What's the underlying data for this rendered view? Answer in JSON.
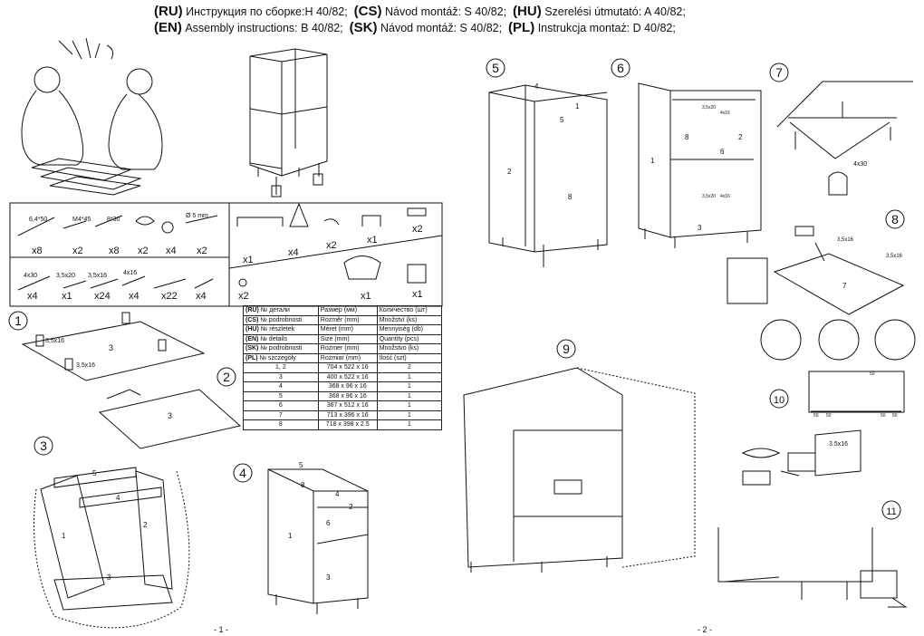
{
  "header": {
    "line1": [
      {
        "code": "(RU)",
        "text": "Инструкция по сборке:H 40/82;"
      },
      {
        "code": "(CS)",
        "text": "Návod montáž: S 40/82;"
      },
      {
        "code": "(HU)",
        "text": "Szerelési útmutató: A 40/82;"
      }
    ],
    "line2": [
      {
        "code": "(EN)",
        "text": "Assembly instructions: B 40/82;"
      },
      {
        "code": "(SK)",
        "text": "Návod montáž: S 40/82;"
      },
      {
        "code": "(PL)",
        "text": "Instrukcja montaż: D 40/82;"
      }
    ]
  },
  "hardware_box": {
    "row1": [
      {
        "size": "6,4*50",
        "qty": "x8"
      },
      {
        "size": "M4*45",
        "qty": "x2"
      },
      {
        "size": "8*30",
        "qty": "x8"
      },
      {
        "size": "",
        "qty": "x2"
      },
      {
        "size": "",
        "qty": "x4"
      },
      {
        "size": "Ø 5 mm",
        "qty": "x2"
      }
    ],
    "row1_right": [
      "x1",
      "x4",
      "x2",
      "x1",
      "x2"
    ],
    "row2": [
      {
        "size": "4x30",
        "qty": "x4"
      },
      {
        "size": "3,5x20",
        "qty": "x1"
      },
      {
        "size": "3,5x16",
        "qty": "x24"
      },
      {
        "size": "4x16",
        "qty": "x4"
      },
      {
        "size": "",
        "qty": "x22"
      },
      {
        "size": "",
        "qty": "x4"
      }
    ],
    "row2_right": [
      "x2",
      "x1",
      "x1"
    ]
  },
  "parts_table": {
    "head": [
      {
        "code": "(RU)",
        "name": "№ детали",
        "size": "Размер  (мм)",
        "qty": "Количество (шт)"
      },
      {
        "code": "(CS)",
        "name": "№ podrobnosti",
        "size": "Rozměr (mm)",
        "qty": "Množství (ks)"
      },
      {
        "code": "(HU)",
        "name": "№ részletek",
        "size": "Méret (mm)",
        "qty": "Mennyiség (db)"
      },
      {
        "code": "(EN)",
        "name": "№ details",
        "size": "Size (mm)",
        "qty": "Quantity  (pcs)"
      },
      {
        "code": "(SK)",
        "name": "№ podrobnosti",
        "size": "Rozmer (mm)",
        "qty": "Množstvo (ks)"
      },
      {
        "code": "(PL)",
        "name": "№ szczegóły",
        "size": "Rozmiar (mm)",
        "qty": "Ilość (szt)"
      }
    ],
    "rows": [
      {
        "no": "1, 2",
        "size": "704 x 522 x 16",
        "qty": "2"
      },
      {
        "no": "3",
        "size": "400 x 522 x 16",
        "qty": "1"
      },
      {
        "no": "4",
        "size": "368 x 96 x 16",
        "qty": "1"
      },
      {
        "no": "5",
        "size": "368 x 96 x 16",
        "qty": "1"
      },
      {
        "no": "6",
        "size": "367 x 512 x 16",
        "qty": "1"
      },
      {
        "no": "7",
        "size": "713 x 396 x 16",
        "qty": "1"
      },
      {
        "no": "8",
        "size": "718 x 398 x 2.5",
        "qty": "1"
      }
    ]
  },
  "steps": [
    "1",
    "2",
    "3",
    "4",
    "5",
    "6",
    "7",
    "8",
    "9",
    "10",
    "11"
  ],
  "labels": {
    "s1_screw": "3,5x16",
    "s1_screw2": "3,5x16",
    "s1_part": "3",
    "s2_part": "3",
    "s3_p5": "5",
    "s3_p4": "4",
    "s3_p1": "1",
    "s3_p2": "2",
    "s3_p3": "3",
    "s4_p5": "5",
    "s4_p8": "8",
    "s4_p4": "4",
    "s4_p2": "2",
    "s4_p6": "6",
    "s4_p1": "1",
    "s4_p3": "3",
    "s5_p4": "4",
    "s5_p1": "1",
    "s5_p5": "5",
    "s5_p2": "2",
    "s5_p8": "8",
    "s6_p1": "1",
    "s6_p8": "8",
    "s6_p2": "2",
    "s6_p6": "6",
    "s6_p3": "3",
    "s6_d1": "4x16",
    "s6_d2": "3,5x20",
    "s6_d3": "4x16",
    "s6_d4": "3,5x20",
    "s7_screw": "4x30",
    "s8_a": "3,5x16",
    "s8_b": "3,5x16",
    "s8_p7": "7",
    "s10_dims": [
      "50",
      "50",
      "50",
      "50"
    ],
    "s10_a": "50",
    "s11_screw": "3.5x16"
  },
  "page_numbers": [
    "- 1 -",
    "- 2 -"
  ]
}
